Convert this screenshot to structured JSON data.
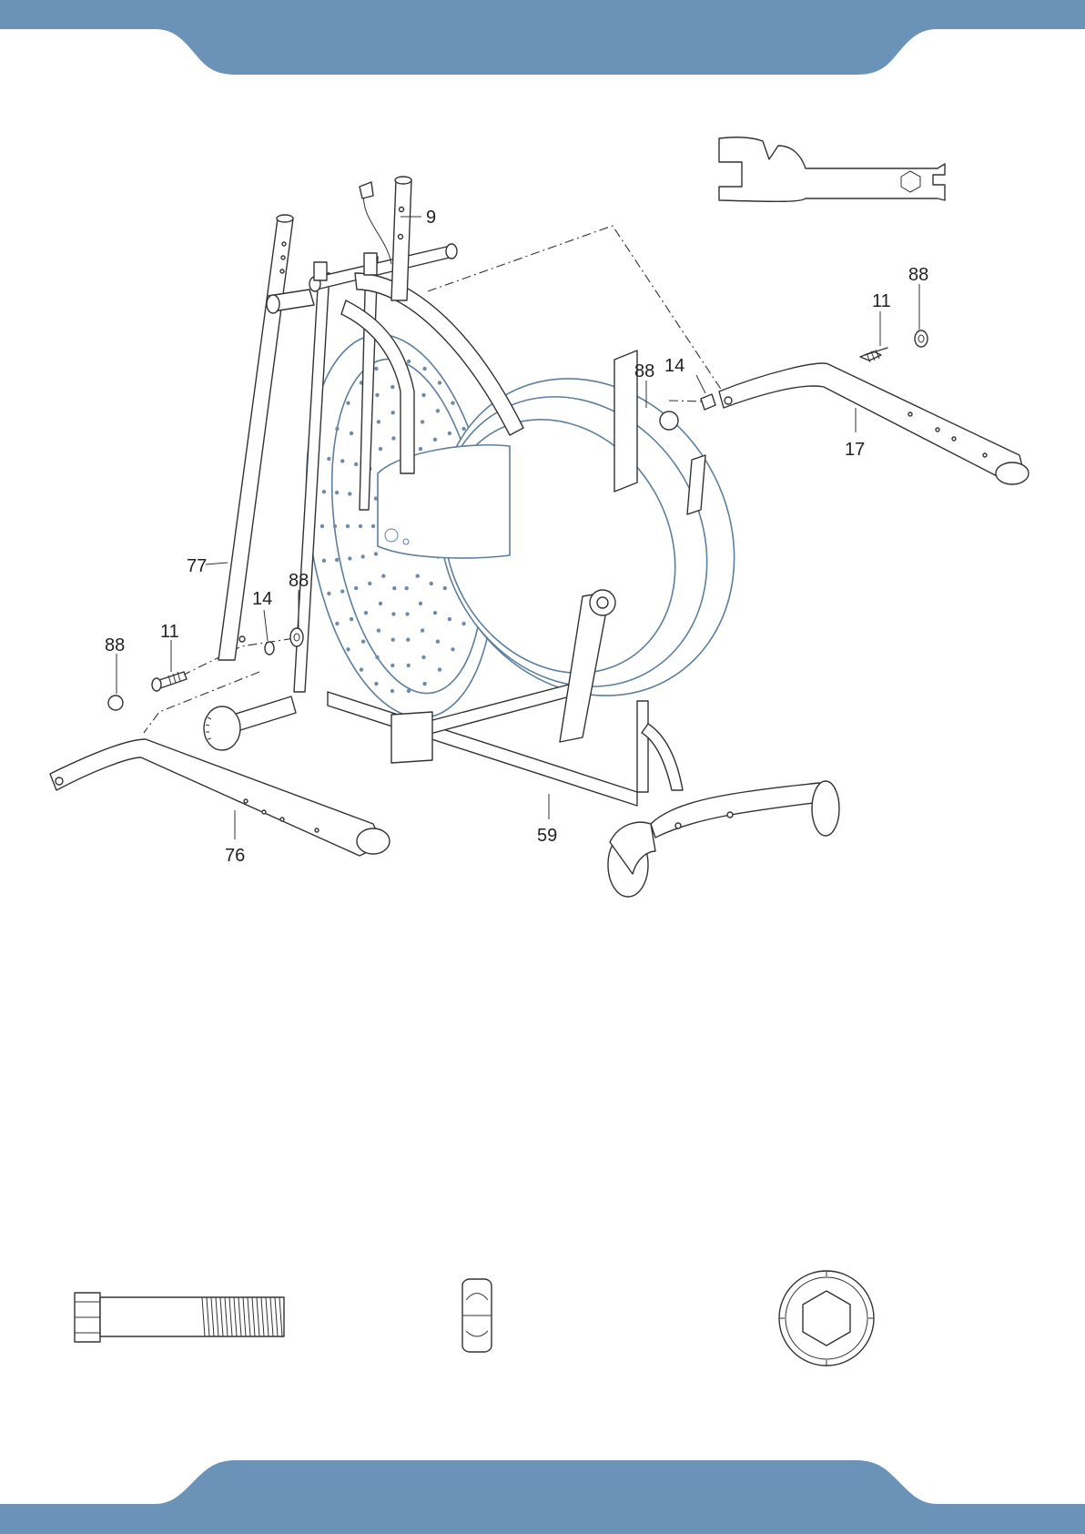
{
  "colors": {
    "banner": "#6b93b8",
    "line_art": "#333333",
    "body_blue": "#5d7f9e"
  },
  "callouts": {
    "c9": "9",
    "c88_top_right": "88",
    "c11_right": "11",
    "c88_mid": "88",
    "c14_mid": "14",
    "c17": "17",
    "c77": "77",
    "c14_left": "14",
    "c88_left_washer": "88",
    "c88_left_cap": "88",
    "c11_left": "11",
    "c76": "76",
    "c59": "59"
  },
  "icons": [
    "wrench-icon",
    "bolt-icon",
    "nut-icon",
    "end-cap-icon"
  ]
}
